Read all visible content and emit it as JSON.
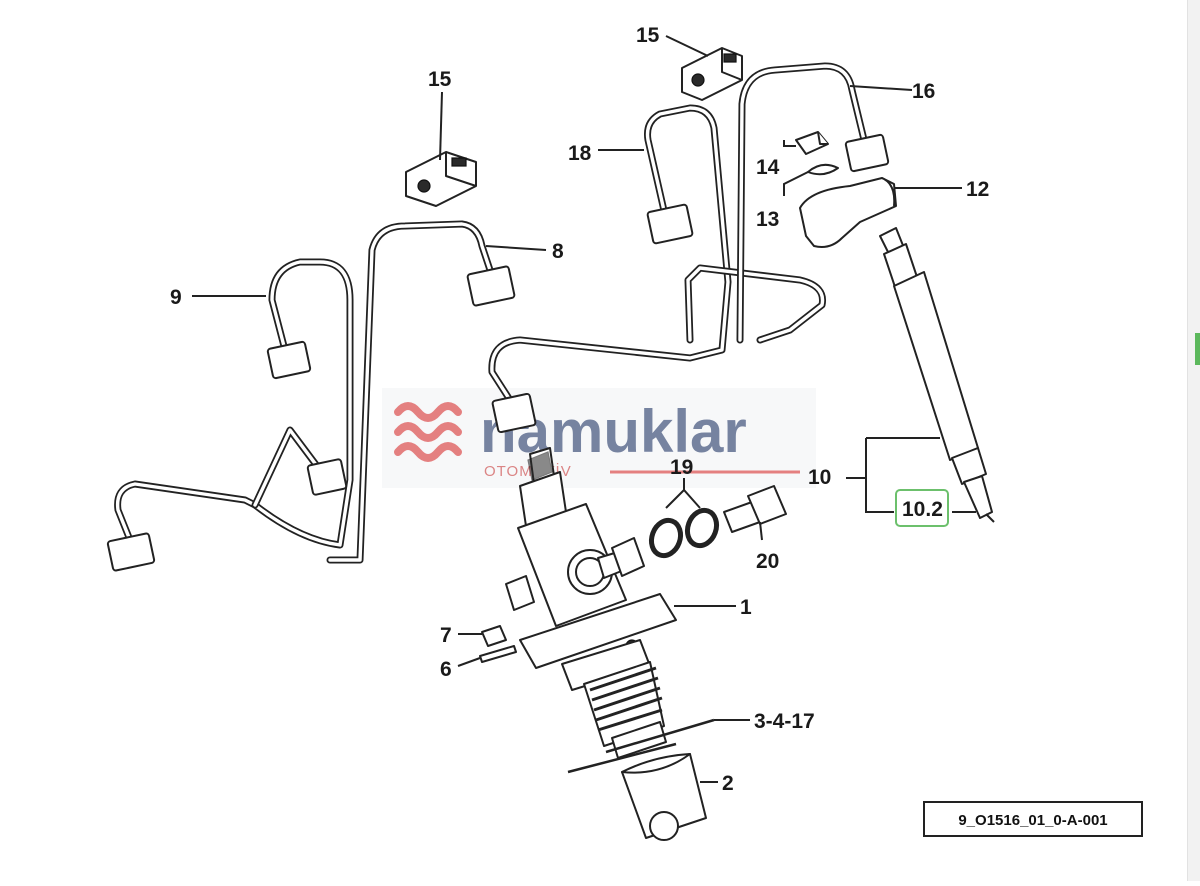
{
  "diagram": {
    "callouts": {
      "c15a": "15",
      "c15b": "15",
      "c16": "16",
      "c18": "18",
      "c14": "14",
      "c13": "13",
      "c12": "12",
      "c8": "8",
      "c9": "9",
      "c19": "19",
      "c10": "10",
      "c10_2": "10.2",
      "c20": "20",
      "c1": "1",
      "c7": "7",
      "c6": "6",
      "c3_4_17": "3-4-17",
      "c2": "2"
    },
    "reference_code": "9_O1516_01_0-A-001",
    "highlight_color": "#6cc06c"
  },
  "watermark": {
    "brand": "namuklar",
    "subtitle": "OTOMOTİV",
    "brand_color": "#5f6e90",
    "accent_color": "#e06a6a"
  }
}
